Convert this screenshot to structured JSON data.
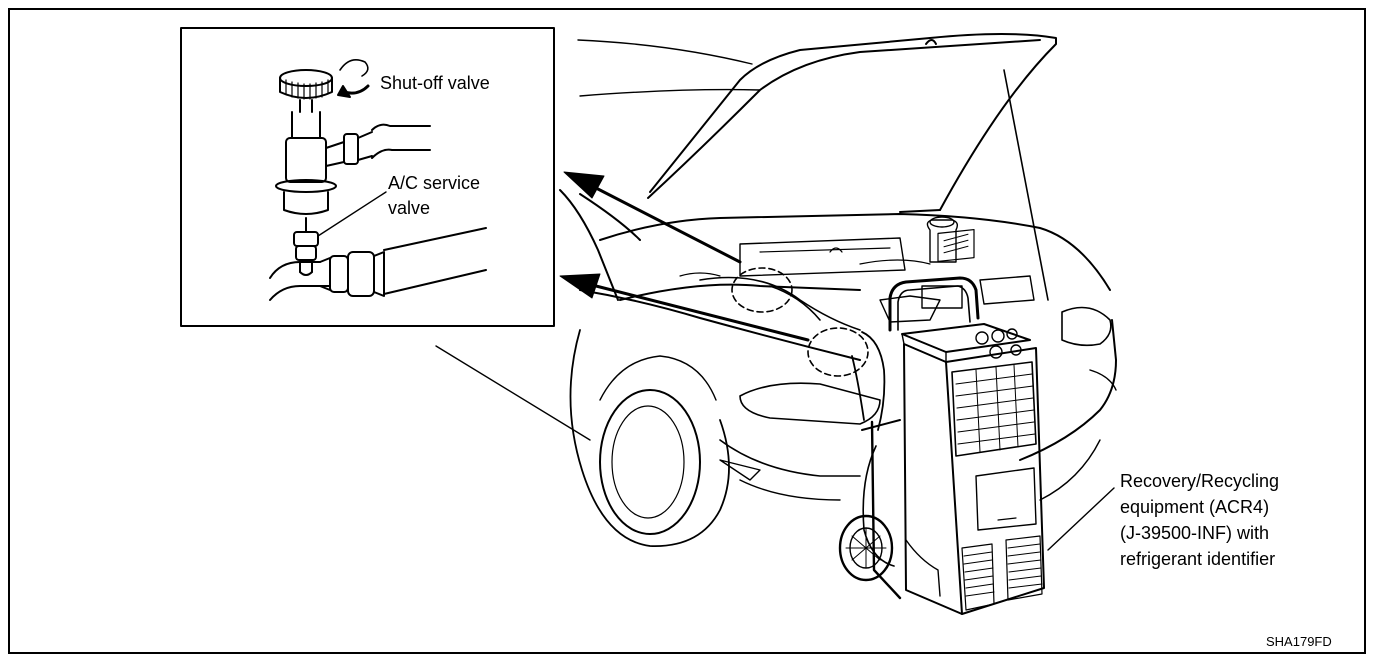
{
  "labels": {
    "shutoff_valve": "Shut-off valve",
    "service_valve_line1": "A/C service",
    "service_valve_line2": "valve",
    "equipment_line1": "Recovery/Recycling",
    "equipment_line2": "equipment (ACR4)",
    "equipment_line3": "(J-39500-INF) with",
    "equipment_line4": "refrigerant identifier"
  },
  "figure_code": "SHA179FD"
}
